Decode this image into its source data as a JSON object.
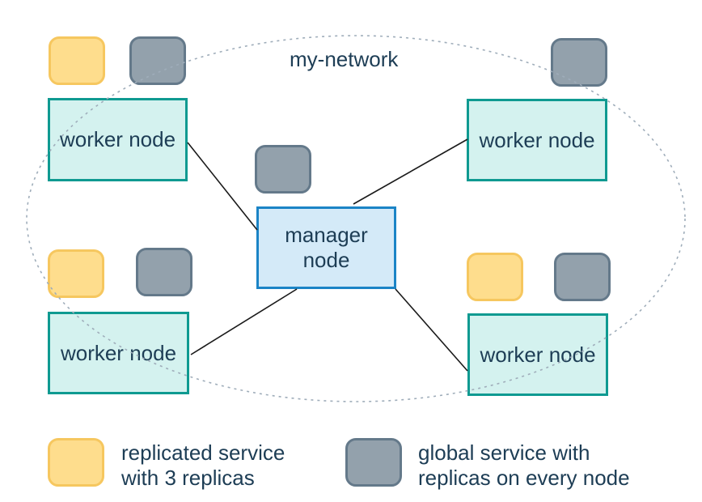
{
  "network": {
    "label": "my-network"
  },
  "nodes": {
    "manager": {
      "label": "manager node"
    },
    "workers": [
      {
        "id": "top-left",
        "label": "worker node"
      },
      {
        "id": "top-right",
        "label": "worker node"
      },
      {
        "id": "bottom-left",
        "label": "worker node"
      },
      {
        "id": "bottom-right",
        "label": "worker node"
      }
    ]
  },
  "services": {
    "replicated": {
      "fill": "#fedd8d",
      "border": "#f6c75f"
    },
    "global": {
      "fill": "#93a1ac",
      "border": "#64798a"
    }
  },
  "legend": [
    {
      "key": "replicated",
      "label": "replicated service with 3 replicas"
    },
    {
      "key": "global",
      "label": "global service with replicas on every node"
    }
  ],
  "colors": {
    "worker_fill": "#d4f2ef",
    "worker_border": "#0f9a91",
    "manager_fill": "#d4eaf8",
    "manager_border": "#1b84c6",
    "text": "#1d3d55",
    "network_ellipse": "#9fadba",
    "connector_line": "#1a1a1a"
  }
}
